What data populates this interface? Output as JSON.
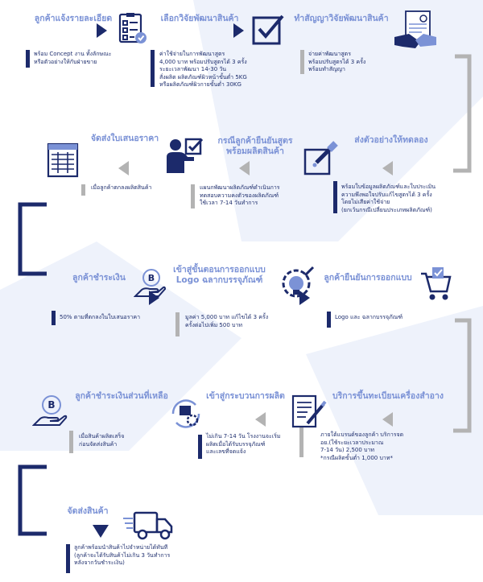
{
  "colors": {
    "navy": "#1c2a6b",
    "title_blue": "#7b92d6",
    "gray": "#b3b3b3",
    "text": "#1f2f6e"
  },
  "steps": [
    {
      "title": "ลูกค้าแจ้งรายละเอียด",
      "desc": "พร้อม Concept งาน ทั้งลักษณะ\nหรือตัวอย่างให้กับฝ่ายขาย",
      "icon": "checklist-icon"
    },
    {
      "title": "เลือกวิจัยพัฒนาสินค้า",
      "desc": "ค่าใช้จ่ายในการพัฒนาสูตร\n4,000 บาท พร้อมปรับสูตรได้ 3 ครั้ง\nระยะเวลาพัฒนา 14-30 วัน\nสั่งผลิต ผลิตภัณฑ์ผิวหน้าขั้นต่ำ 5KG\nหรือผลิตภัณฑ์ผิวกายขั้นต่ำ 30KG",
      "icon": "check-box-icon"
    },
    {
      "title": "ทำสัญญาวิจัยพัฒนาสินค้า",
      "desc": "จ่ายค่าพัฒนาสูตร\nพร้อมปรับสูตรได้ 3 ครั้ง\nพร้อมทำสัญญา",
      "icon": "handshake-contract-icon"
    },
    {
      "title": "ส่งตัวอย่างให้ทดลอง",
      "desc": "พร้อมใบข้อมูลผลิตภัณฑ์และใบประเมิน\nความพึงพอใจปรับแก้ไขสูตรได้ 3 ครั้ง\nโดยไม่เสียค่าใช้จ่าย\n(ยกเว้นกรณีเปลี่ยนประเภทผลิตภัณฑ์)",
      "icon": "dropper-icon"
    },
    {
      "title": "กรณีลูกค้ายืนยันสูตร\nพร้อมผลิตสินค้า",
      "desc": "แผนกพัฒนาผลิตภัณฑ์ดำเนินการ\nทดสอบความคงตัวของผลิตภัณฑ์\nใช้เวลา 7-14 วันทำการ",
      "icon": "person-checkbox-icon"
    },
    {
      "title": "จัดส่งใบเสนอราคา",
      "desc": "เมื่อลูกค้าตกลงผลิตสินค้า",
      "icon": "quotation-icon"
    },
    {
      "title": "ลูกค้าชำระเงิน",
      "desc": "50% ตามที่ตกลงในใบเสนอราคา",
      "icon": "coin-hand-icon"
    },
    {
      "title": "เข้าสู่ขั้นตอนการออกแบบ\nLogo ฉลากบรรจุภัณฑ์",
      "desc": "มูลค่า 5,000 บาท แก้ไขได้ 3 ครั้ง\nครั้งต่อไปเพิ่ม 500 บาท",
      "icon": "design-bulb-icon"
    },
    {
      "title": "ลูกค้ายืนยันการออกแบบ",
      "desc": "Logo และ ฉลากบรรจุภัณฑ์",
      "icon": "cart-check-icon"
    },
    {
      "title": "บริการขึ้นทะเบียนเครื่องสำอาง",
      "desc": "ภายใต้แบรนด์ของลูกค้า บริการจด\nอย.(ใช้ระยะเวลาประมาณ\n7-14 วัน) 2,500 บาท\n*กรณีผลิตขั้นต่ำ 1,000 บาท*",
      "icon": "document-pen-icon"
    },
    {
      "title": "เข้าสู่กระบวนการผลิต",
      "desc": "ไม่เกิน 7-14 วัน โรงงานจะเริ่ม\nผลิตเมื่อได้รับบรรจุภัณฑ์\nและเลขที่จดแจ้ง",
      "icon": "production-cycle-icon"
    },
    {
      "title": "ลูกค้าชำระเงินส่วนที่เหลือ",
      "desc": "เมื่อสินค้าผลิตเสร็จ\nก่อนจัดส่งสินค้า",
      "icon": "coin-hand-icon"
    },
    {
      "title": "จัดส่งสินค้า",
      "desc": "ลูกค้าพร้อมนำสินค้าไปจำหน่ายได้ทันที\n(ลูกค้าจะได้รับสินค้าไม่เกิน 3 วันทำการ\nหลังจากวันชำระเงิน)",
      "icon": "delivery-truck-icon"
    }
  ]
}
